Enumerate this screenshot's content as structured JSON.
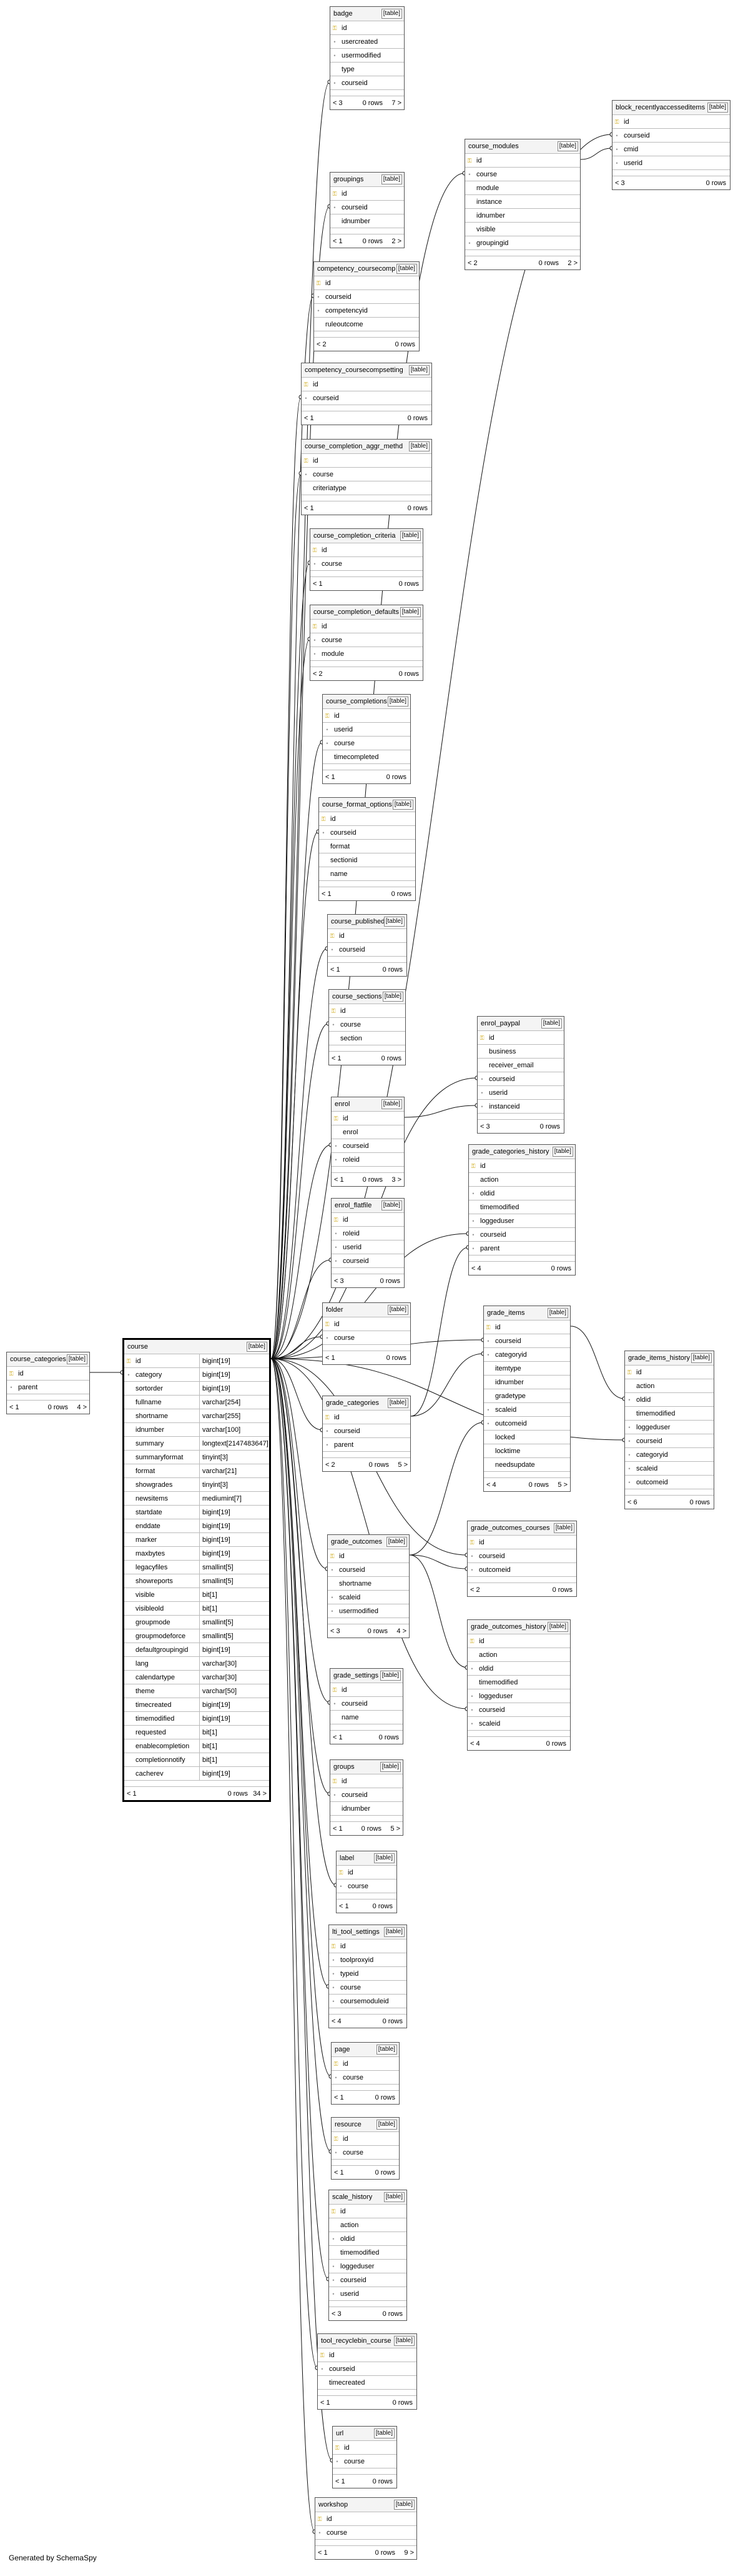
{
  "footer": "Generated by SchemaSpy",
  "tables": [
    {
      "name": "badge",
      "tag": "[table]",
      "columns": [
        {
          "n": "id",
          "k": "pk"
        },
        {
          "n": "usercreated",
          "k": "fk"
        },
        {
          "n": "usermodified",
          "k": "fk"
        },
        {
          "n": "type",
          "k": ""
        },
        {
          "n": "courseid",
          "k": "fk"
        }
      ],
      "footer": {
        "left": "< 3",
        "mid": "0 rows",
        "right": "7 >"
      }
    },
    {
      "name": "block_recentlyaccesseditems",
      "tag": "[table]",
      "columns": [
        {
          "n": "id",
          "k": "pk"
        },
        {
          "n": "courseid",
          "k": "fk"
        },
        {
          "n": "cmid",
          "k": "fk"
        },
        {
          "n": "userid",
          "k": "fk"
        }
      ],
      "footer": {
        "left": "< 3",
        "mid": "0 rows",
        "right": ""
      }
    },
    {
      "name": "course_modules",
      "tag": "[table]",
      "columns": [
        {
          "n": "id",
          "k": "pk"
        },
        {
          "n": "course",
          "k": "fk"
        },
        {
          "n": "module",
          "k": ""
        },
        {
          "n": "instance",
          "k": ""
        },
        {
          "n": "idnumber",
          "k": ""
        },
        {
          "n": "visible",
          "k": ""
        },
        {
          "n": "groupingid",
          "k": "fk"
        }
      ],
      "footer": {
        "left": "< 2",
        "mid": "0 rows",
        "right": "2 >"
      }
    },
    {
      "name": "groupings",
      "tag": "[table]",
      "columns": [
        {
          "n": "id",
          "k": "pk"
        },
        {
          "n": "courseid",
          "k": "fk"
        },
        {
          "n": "idnumber",
          "k": ""
        }
      ],
      "footer": {
        "left": "< 1",
        "mid": "0 rows",
        "right": "2 >"
      }
    },
    {
      "name": "competency_coursecomp",
      "tag": "[table]",
      "columns": [
        {
          "n": "id",
          "k": "pk"
        },
        {
          "n": "courseid",
          "k": "fk"
        },
        {
          "n": "competencyid",
          "k": "fk"
        },
        {
          "n": "ruleoutcome",
          "k": ""
        }
      ],
      "footer": {
        "left": "< 2",
        "mid": "0 rows",
        "right": ""
      }
    },
    {
      "name": "competency_coursecompsetting",
      "tag": "[table]",
      "columns": [
        {
          "n": "id",
          "k": "pk"
        },
        {
          "n": "courseid",
          "k": "fk"
        }
      ],
      "footer": {
        "left": "< 1",
        "mid": "0 rows",
        "right": ""
      }
    },
    {
      "name": "course_completion_aggr_methd",
      "tag": "[table]",
      "columns": [
        {
          "n": "id",
          "k": "pk"
        },
        {
          "n": "course",
          "k": "fk"
        },
        {
          "n": "criteriatype",
          "k": ""
        }
      ],
      "footer": {
        "left": "< 1",
        "mid": "0 rows",
        "right": ""
      }
    },
    {
      "name": "course_completion_criteria",
      "tag": "[table]",
      "columns": [
        {
          "n": "id",
          "k": "pk"
        },
        {
          "n": "course",
          "k": "fk"
        }
      ],
      "footer": {
        "left": "< 1",
        "mid": "0 rows",
        "right": ""
      }
    },
    {
      "name": "course_completion_defaults",
      "tag": "[table]",
      "columns": [
        {
          "n": "id",
          "k": "pk"
        },
        {
          "n": "course",
          "k": "fk"
        },
        {
          "n": "module",
          "k": "fk"
        }
      ],
      "footer": {
        "left": "< 2",
        "mid": "0 rows",
        "right": ""
      }
    },
    {
      "name": "course_completions",
      "tag": "[table]",
      "columns": [
        {
          "n": "id",
          "k": "pk"
        },
        {
          "n": "userid",
          "k": "fk"
        },
        {
          "n": "course",
          "k": "fk"
        },
        {
          "n": "timecompleted",
          "k": ""
        }
      ],
      "footer": {
        "left": "< 1",
        "mid": "0 rows",
        "right": ""
      }
    },
    {
      "name": "course_format_options",
      "tag": "[table]",
      "columns": [
        {
          "n": "id",
          "k": "pk"
        },
        {
          "n": "courseid",
          "k": "fk"
        },
        {
          "n": "format",
          "k": ""
        },
        {
          "n": "sectionid",
          "k": ""
        },
        {
          "n": "name",
          "k": ""
        }
      ],
      "footer": {
        "left": "< 1",
        "mid": "0 rows",
        "right": ""
      }
    },
    {
      "name": "course_published",
      "tag": "[table]",
      "columns": [
        {
          "n": "id",
          "k": "pk"
        },
        {
          "n": "courseid",
          "k": "fk"
        }
      ],
      "footer": {
        "left": "< 1",
        "mid": "0 rows",
        "right": ""
      }
    },
    {
      "name": "course_sections",
      "tag": "[table]",
      "columns": [
        {
          "n": "id",
          "k": "pk"
        },
        {
          "n": "course",
          "k": "fk"
        },
        {
          "n": "section",
          "k": ""
        }
      ],
      "footer": {
        "left": "< 1",
        "mid": "0 rows",
        "right": ""
      }
    },
    {
      "name": "enrol_paypal",
      "tag": "[table]",
      "columns": [
        {
          "n": "id",
          "k": "pk"
        },
        {
          "n": "business",
          "k": ""
        },
        {
          "n": "receiver_email",
          "k": ""
        },
        {
          "n": "courseid",
          "k": "fk"
        },
        {
          "n": "userid",
          "k": "fk"
        },
        {
          "n": "instanceid",
          "k": "fk"
        }
      ],
      "footer": {
        "left": "< 3",
        "mid": "0 rows",
        "right": ""
      }
    },
    {
      "name": "enrol",
      "tag": "[table]",
      "columns": [
        {
          "n": "id",
          "k": "pk"
        },
        {
          "n": "enrol",
          "k": ""
        },
        {
          "n": "courseid",
          "k": "fk"
        },
        {
          "n": "roleid",
          "k": "fk"
        }
      ],
      "footer": {
        "left": "< 1",
        "mid": "0 rows",
        "right": "3 >"
      }
    },
    {
      "name": "grade_categories_history",
      "tag": "[table]",
      "columns": [
        {
          "n": "id",
          "k": "pk"
        },
        {
          "n": "action",
          "k": ""
        },
        {
          "n": "oldid",
          "k": "fk"
        },
        {
          "n": "timemodified",
          "k": ""
        },
        {
          "n": "loggeduser",
          "k": "fk"
        },
        {
          "n": "courseid",
          "k": "fk"
        },
        {
          "n": "parent",
          "k": "fk"
        }
      ],
      "footer": {
        "left": "< 4",
        "mid": "0 rows",
        "right": ""
      }
    },
    {
      "name": "enrol_flatfile",
      "tag": "[table]",
      "columns": [
        {
          "n": "id",
          "k": "pk"
        },
        {
          "n": "roleid",
          "k": "fk"
        },
        {
          "n": "userid",
          "k": "fk"
        },
        {
          "n": "courseid",
          "k": "fk"
        }
      ],
      "footer": {
        "left": "< 3",
        "mid": "0 rows",
        "right": ""
      }
    },
    {
      "name": "grade_items",
      "tag": "[table]",
      "columns": [
        {
          "n": "id",
          "k": "pk"
        },
        {
          "n": "courseid",
          "k": "fk"
        },
        {
          "n": "categoryid",
          "k": "fk"
        },
        {
          "n": "itemtype",
          "k": ""
        },
        {
          "n": "idnumber",
          "k": ""
        },
        {
          "n": "gradetype",
          "k": ""
        },
        {
          "n": "scaleid",
          "k": "fk"
        },
        {
          "n": "outcomeid",
          "k": "fk"
        },
        {
          "n": "locked",
          "k": ""
        },
        {
          "n": "locktime",
          "k": ""
        },
        {
          "n": "needsupdate",
          "k": ""
        }
      ],
      "footer": {
        "left": "< 4",
        "mid": "0 rows",
        "right": "5 >"
      }
    },
    {
      "name": "grade_items_history",
      "tag": "[table]",
      "columns": [
        {
          "n": "id",
          "k": "pk"
        },
        {
          "n": "action",
          "k": ""
        },
        {
          "n": "oldid",
          "k": "fk"
        },
        {
          "n": "timemodified",
          "k": ""
        },
        {
          "n": "loggeduser",
          "k": "fk"
        },
        {
          "n": "courseid",
          "k": "fk"
        },
        {
          "n": "categoryid",
          "k": "fk"
        },
        {
          "n": "scaleid",
          "k": "fk"
        },
        {
          "n": "outcomeid",
          "k": "fk"
        }
      ],
      "footer": {
        "left": "< 6",
        "mid": "0 rows",
        "right": ""
      }
    },
    {
      "name": "folder",
      "tag": "[table]",
      "columns": [
        {
          "n": "id",
          "k": "pk"
        },
        {
          "n": "course",
          "k": "fk"
        }
      ],
      "footer": {
        "left": "< 1",
        "mid": "0 rows",
        "right": ""
      }
    },
    {
      "name": "course_categories",
      "tag": "[table]",
      "columns": [
        {
          "n": "id",
          "k": "pk"
        },
        {
          "n": "parent",
          "k": "fk"
        }
      ],
      "footer": {
        "left": "< 1",
        "mid": "0 rows",
        "right": "4 >"
      }
    },
    {
      "name": "course",
      "tag": "[table]",
      "focus": true,
      "columns": [
        {
          "n": "id",
          "k": "pk",
          "t": "bigint[19]"
        },
        {
          "n": "category",
          "k": "fk",
          "t": "bigint[19]"
        },
        {
          "n": "sortorder",
          "k": "",
          "t": "bigint[19]"
        },
        {
          "n": "fullname",
          "k": "",
          "t": "varchar[254]"
        },
        {
          "n": "shortname",
          "k": "",
          "t": "varchar[255]"
        },
        {
          "n": "idnumber",
          "k": "",
          "t": "varchar[100]"
        },
        {
          "n": "summary",
          "k": "",
          "t": "longtext[2147483647]"
        },
        {
          "n": "summaryformat",
          "k": "",
          "t": "tinyint[3]"
        },
        {
          "n": "format",
          "k": "",
          "t": "varchar[21]"
        },
        {
          "n": "showgrades",
          "k": "",
          "t": "tinyint[3]"
        },
        {
          "n": "newsitems",
          "k": "",
          "t": "mediumint[7]"
        },
        {
          "n": "startdate",
          "k": "",
          "t": "bigint[19]"
        },
        {
          "n": "enddate",
          "k": "",
          "t": "bigint[19]"
        },
        {
          "n": "marker",
          "k": "",
          "t": "bigint[19]"
        },
        {
          "n": "maxbytes",
          "k": "",
          "t": "bigint[19]"
        },
        {
          "n": "legacyfiles",
          "k": "",
          "t": "smallint[5]"
        },
        {
          "n": "showreports",
          "k": "",
          "t": "smallint[5]"
        },
        {
          "n": "visible",
          "k": "",
          "t": "bit[1]"
        },
        {
          "n": "visibleold",
          "k": "",
          "t": "bit[1]"
        },
        {
          "n": "groupmode",
          "k": "",
          "t": "smallint[5]"
        },
        {
          "n": "groupmodeforce",
          "k": "",
          "t": "smallint[5]"
        },
        {
          "n": "defaultgroupingid",
          "k": "",
          "t": "bigint[19]"
        },
        {
          "n": "lang",
          "k": "",
          "t": "varchar[30]"
        },
        {
          "n": "calendartype",
          "k": "",
          "t": "varchar[30]"
        },
        {
          "n": "theme",
          "k": "",
          "t": "varchar[50]"
        },
        {
          "n": "timecreated",
          "k": "",
          "t": "bigint[19]"
        },
        {
          "n": "timemodified",
          "k": "",
          "t": "bigint[19]"
        },
        {
          "n": "requested",
          "k": "",
          "t": "bit[1]"
        },
        {
          "n": "enablecompletion",
          "k": "",
          "t": "bit[1]"
        },
        {
          "n": "completionnotify",
          "k": "",
          "t": "bit[1]"
        },
        {
          "n": "cacherev",
          "k": "",
          "t": "bigint[19]"
        }
      ],
      "footer": {
        "left": "< 1",
        "mid": "0 rows",
        "right": "34 >"
      }
    },
    {
      "name": "grade_categories",
      "tag": "[table]",
      "columns": [
        {
          "n": "id",
          "k": "pk"
        },
        {
          "n": "courseid",
          "k": "fk"
        },
        {
          "n": "parent",
          "k": "fk"
        }
      ],
      "footer": {
        "left": "< 2",
        "mid": "0 rows",
        "right": "5 >"
      }
    },
    {
      "name": "grade_outcomes_courses",
      "tag": "[table]",
      "columns": [
        {
          "n": "id",
          "k": "pk"
        },
        {
          "n": "courseid",
          "k": "fk"
        },
        {
          "n": "outcomeid",
          "k": "fk"
        }
      ],
      "footer": {
        "left": "< 2",
        "mid": "0 rows",
        "right": ""
      }
    },
    {
      "name": "grade_outcomes",
      "tag": "[table]",
      "columns": [
        {
          "n": "id",
          "k": "pk"
        },
        {
          "n": "courseid",
          "k": "fk"
        },
        {
          "n": "shortname",
          "k": ""
        },
        {
          "n": "scaleid",
          "k": "fk"
        },
        {
          "n": "usermodified",
          "k": "fk"
        }
      ],
      "footer": {
        "left": "< 3",
        "mid": "0 rows",
        "right": "4 >"
      }
    },
    {
      "name": "grade_outcomes_history",
      "tag": "[table]",
      "columns": [
        {
          "n": "id",
          "k": "pk"
        },
        {
          "n": "action",
          "k": ""
        },
        {
          "n": "oldid",
          "k": "fk"
        },
        {
          "n": "timemodified",
          "k": ""
        },
        {
          "n": "loggeduser",
          "k": "fk"
        },
        {
          "n": "courseid",
          "k": "fk"
        },
        {
          "n": "scaleid",
          "k": "fk"
        }
      ],
      "footer": {
        "left": "< 4",
        "mid": "0 rows",
        "right": ""
      }
    },
    {
      "name": "grade_settings",
      "tag": "[table]",
      "columns": [
        {
          "n": "id",
          "k": "pk"
        },
        {
          "n": "courseid",
          "k": "fk"
        },
        {
          "n": "name",
          "k": ""
        }
      ],
      "footer": {
        "left": "< 1",
        "mid": "0 rows",
        "right": ""
      }
    },
    {
      "name": "groups",
      "tag": "[table]",
      "columns": [
        {
          "n": "id",
          "k": "pk"
        },
        {
          "n": "courseid",
          "k": "fk"
        },
        {
          "n": "idnumber",
          "k": ""
        }
      ],
      "footer": {
        "left": "< 1",
        "mid": "0 rows",
        "right": "5 >"
      }
    },
    {
      "name": "label",
      "tag": "[table]",
      "columns": [
        {
          "n": "id",
          "k": "pk"
        },
        {
          "n": "course",
          "k": "fk"
        }
      ],
      "footer": {
        "left": "< 1",
        "mid": "0 rows",
        "right": ""
      }
    },
    {
      "name": "lti_tool_settings",
      "tag": "[table]",
      "columns": [
        {
          "n": "id",
          "k": "pk"
        },
        {
          "n": "toolproxyid",
          "k": "fk"
        },
        {
          "n": "typeid",
          "k": "fk"
        },
        {
          "n": "course",
          "k": "fk"
        },
        {
          "n": "coursemoduleid",
          "k": "fk"
        }
      ],
      "footer": {
        "left": "< 4",
        "mid": "0 rows",
        "right": ""
      }
    },
    {
      "name": "page",
      "tag": "[table]",
      "columns": [
        {
          "n": "id",
          "k": "pk"
        },
        {
          "n": "course",
          "k": "fk"
        }
      ],
      "footer": {
        "left": "< 1",
        "mid": "0 rows",
        "right": ""
      }
    },
    {
      "name": "resource",
      "tag": "[table]",
      "columns": [
        {
          "n": "id",
          "k": "pk"
        },
        {
          "n": "course",
          "k": "fk"
        }
      ],
      "footer": {
        "left": "< 1",
        "mid": "0 rows",
        "right": ""
      }
    },
    {
      "name": "scale_history",
      "tag": "[table]",
      "columns": [
        {
          "n": "id",
          "k": "pk"
        },
        {
          "n": "action",
          "k": ""
        },
        {
          "n": "oldid",
          "k": "fk"
        },
        {
          "n": "timemodified",
          "k": ""
        },
        {
          "n": "loggeduser",
          "k": "fk"
        },
        {
          "n": "courseid",
          "k": "fk"
        },
        {
          "n": "userid",
          "k": "fk"
        }
      ],
      "footer": {
        "left": "< 3",
        "mid": "0 rows",
        "right": ""
      }
    },
    {
      "name": "tool_recyclebin_course",
      "tag": "[table]",
      "columns": [
        {
          "n": "id",
          "k": "pk"
        },
        {
          "n": "courseid",
          "k": "fk"
        },
        {
          "n": "timecreated",
          "k": ""
        }
      ],
      "footer": {
        "left": "< 1",
        "mid": "0 rows",
        "right": ""
      }
    },
    {
      "name": "url",
      "tag": "[table]",
      "columns": [
        {
          "n": "id",
          "k": "pk"
        },
        {
          "n": "course",
          "k": "fk"
        }
      ],
      "footer": {
        "left": "< 1",
        "mid": "0 rows",
        "right": ""
      }
    },
    {
      "name": "workshop",
      "tag": "[table]",
      "columns": [
        {
          "n": "id",
          "k": "pk"
        },
        {
          "n": "course",
          "k": "fk"
        }
      ],
      "footer": {
        "left": "< 1",
        "mid": "0 rows",
        "right": "9 >"
      }
    }
  ]
}
